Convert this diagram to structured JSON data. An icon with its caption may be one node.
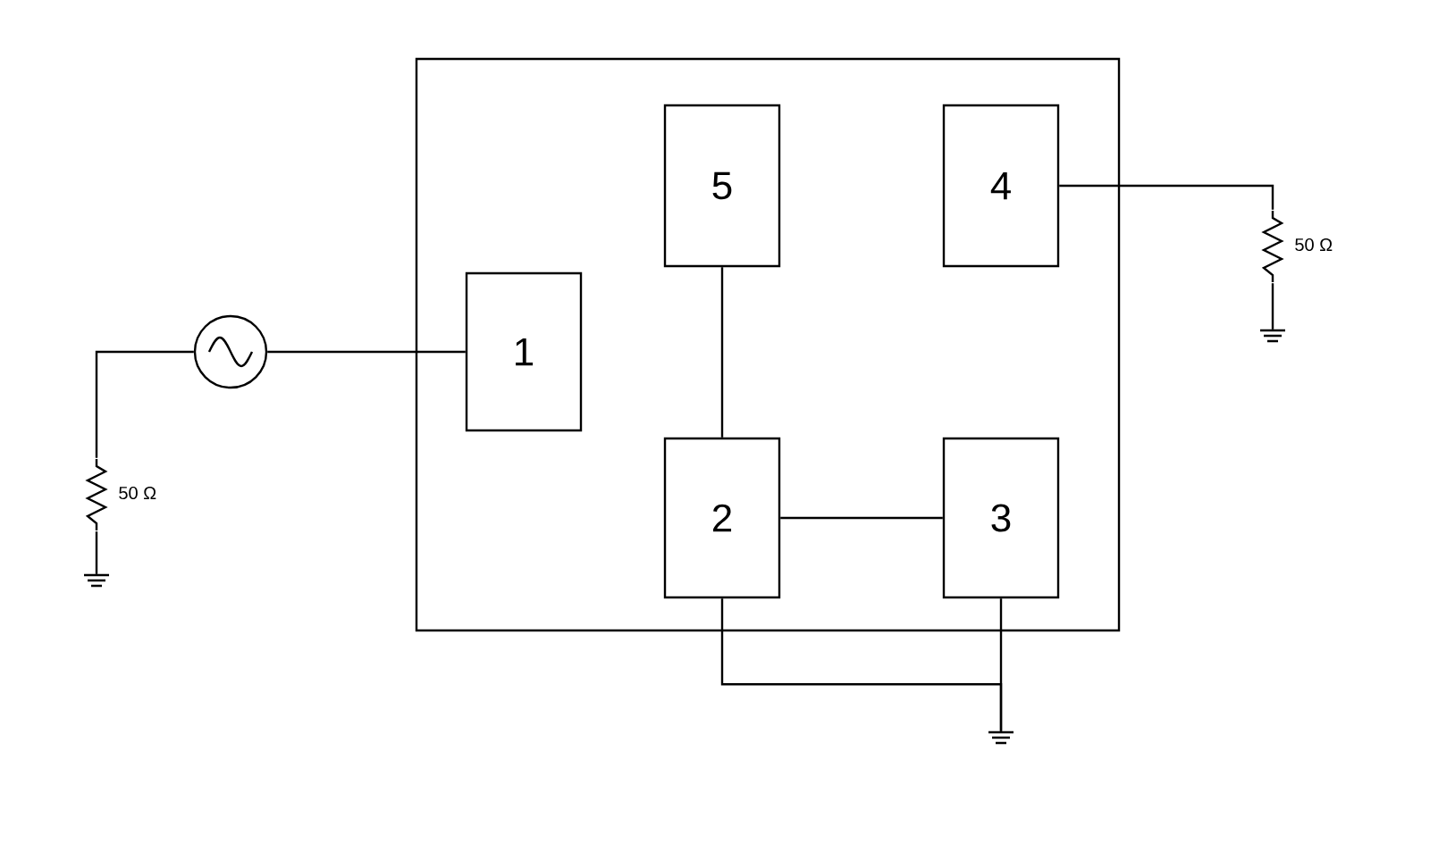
{
  "diagram": {
    "nodes": [
      {
        "text": [],
        "shape": "box"
      },
      {
        "text": [
          "5"
        ],
        "in": 0
      },
      {
        "text": [
          "4"
        ],
        "in": 0
      },
      {
        "text": [
          "1"
        ],
        "in": 0
      },
      {
        "text": [
          "2"
        ],
        "in": 0
      },
      {
        "text": [
          "3"
        ],
        "in": 0
      },
      {
        "text": [],
        "shape": "circle"
      },
      {
        "text": [],
        "shape": "resistor",
        "beside": [
          "50 Ω"
        ]
      },
      {
        "text": [],
        "shape": "ground"
      },
      {
        "text": [],
        "shape": "resistor",
        "beside": [
          "50 Ω"
        ]
      },
      {
        "text": [],
        "shape": "ground"
      },
      {
        "text": [],
        "shape": "ground"
      }
    ],
    "edges": [
      {
        "from": 6,
        "to": 3,
        "arrow": "none"
      },
      {
        "from": 6,
        "to": 7,
        "arrow": "none"
      },
      {
        "from": 7,
        "to": 8,
        "arrow": "none"
      },
      {
        "from": 1,
        "to": 4,
        "arrow": "none"
      },
      {
        "from": 4,
        "to": 5,
        "arrow": "none"
      },
      {
        "from": 2,
        "to": 9,
        "arrow": "none"
      },
      {
        "from": 9,
        "to": 10,
        "arrow": "none"
      },
      {
        "from": 4,
        "to": 11,
        "arrow": "none"
      },
      {
        "from": 5,
        "to": 11,
        "arrow": "none"
      }
    ]
  }
}
